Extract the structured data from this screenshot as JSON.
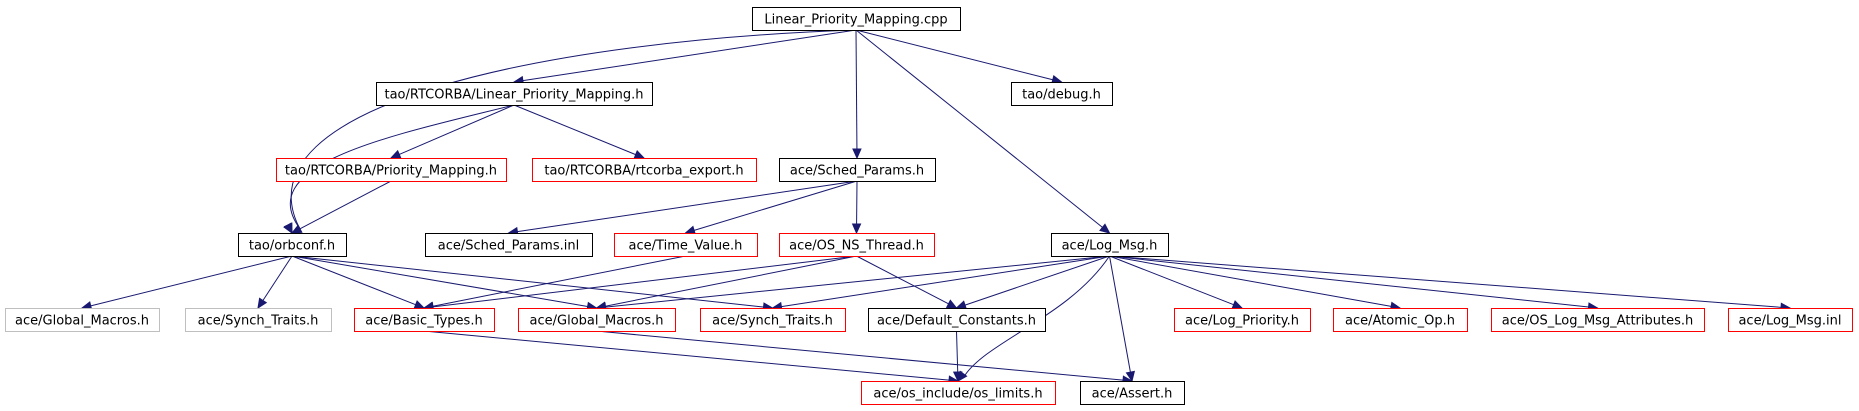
{
  "diagram": {
    "title": "Linear_Priority_Mapping.cpp",
    "colors": {
      "root_fill": "#bfbfbf",
      "documented_border": "#000000",
      "undocumented_border": "#ff0000",
      "external_border": "#bfbfbf",
      "edge": "#191970"
    },
    "nodes": [
      {
        "id": "root",
        "label": "Linear_Priority_Mapping.cpp",
        "kind": "root"
      },
      {
        "id": "lpm_h",
        "label": "tao/RTCORBA/Linear_Priority_Mapping.h",
        "kind": "documented"
      },
      {
        "id": "debug_h",
        "label": "tao/debug.h",
        "kind": "documented"
      },
      {
        "id": "pm_h",
        "label": "tao/RTCORBA/Priority_Mapping.h",
        "kind": "undocumented"
      },
      {
        "id": "rtexport_h",
        "label": "tao/RTCORBA/rtcorba_export.h",
        "kind": "undocumented"
      },
      {
        "id": "sched_h",
        "label": "ace/Sched_Params.h",
        "kind": "documented"
      },
      {
        "id": "orbconf_h",
        "label": "tao/orbconf.h",
        "kind": "documented"
      },
      {
        "id": "sched_inl",
        "label": "ace/Sched_Params.inl",
        "kind": "documented"
      },
      {
        "id": "timeval_h",
        "label": "ace/Time_Value.h",
        "kind": "undocumented"
      },
      {
        "id": "osns_h",
        "label": "ace/OS_NS_Thread.h",
        "kind": "undocumented"
      },
      {
        "id": "logmsg_h",
        "label": "ace/Log_Msg.h",
        "kind": "documented"
      },
      {
        "id": "gm_ext",
        "label": "ace/Global_Macros.h",
        "kind": "external"
      },
      {
        "id": "st_ext",
        "label": "ace/Synch_Traits.h",
        "kind": "external"
      },
      {
        "id": "basic_h",
        "label": "ace/Basic_Types.h",
        "kind": "undocumented"
      },
      {
        "id": "gm_h",
        "label": "ace/Global_Macros.h",
        "kind": "undocumented"
      },
      {
        "id": "st_h",
        "label": "ace/Synch_Traits.h",
        "kind": "undocumented"
      },
      {
        "id": "defc_h",
        "label": "ace/Default_Constants.h",
        "kind": "documented"
      },
      {
        "id": "logpri_h",
        "label": "ace/Log_Priority.h",
        "kind": "undocumented"
      },
      {
        "id": "atomic_h",
        "label": "ace/Atomic_Op.h",
        "kind": "undocumented"
      },
      {
        "id": "oslma_h",
        "label": "ace/OS_Log_Msg_Attributes.h",
        "kind": "undocumented"
      },
      {
        "id": "logmsg_inl",
        "label": "ace/Log_Msg.inl",
        "kind": "undocumented"
      },
      {
        "id": "oslimits_h",
        "label": "ace/os_include/os_limits.h",
        "kind": "undocumented"
      },
      {
        "id": "assert_h",
        "label": "ace/Assert.h",
        "kind": "documented"
      }
    ],
    "edges": [
      [
        "root",
        "lpm_h"
      ],
      [
        "root",
        "debug_h"
      ],
      [
        "root",
        "sched_h"
      ],
      [
        "root",
        "logmsg_h"
      ],
      [
        "root",
        "orbconf_h"
      ],
      [
        "lpm_h",
        "pm_h"
      ],
      [
        "lpm_h",
        "rtexport_h"
      ],
      [
        "lpm_h",
        "orbconf_h"
      ],
      [
        "pm_h",
        "orbconf_h"
      ],
      [
        "sched_h",
        "sched_inl"
      ],
      [
        "sched_h",
        "timeval_h"
      ],
      [
        "sched_h",
        "osns_h"
      ],
      [
        "orbconf_h",
        "gm_ext"
      ],
      [
        "orbconf_h",
        "st_ext"
      ],
      [
        "orbconf_h",
        "basic_h"
      ],
      [
        "orbconf_h",
        "gm_h"
      ],
      [
        "orbconf_h",
        "st_h"
      ],
      [
        "timeval_h",
        "basic_h"
      ],
      [
        "osns_h",
        "basic_h"
      ],
      [
        "osns_h",
        "gm_h"
      ],
      [
        "osns_h",
        "defc_h"
      ],
      [
        "logmsg_h",
        "gm_h"
      ],
      [
        "logmsg_h",
        "st_h"
      ],
      [
        "logmsg_h",
        "defc_h"
      ],
      [
        "logmsg_h",
        "logpri_h"
      ],
      [
        "logmsg_h",
        "atomic_h"
      ],
      [
        "logmsg_h",
        "oslma_h"
      ],
      [
        "logmsg_h",
        "logmsg_inl"
      ],
      [
        "logmsg_h",
        "oslimits_h"
      ],
      [
        "logmsg_h",
        "assert_h"
      ],
      [
        "basic_h",
        "oslimits_h"
      ],
      [
        "gm_h",
        "assert_h"
      ],
      [
        "defc_h",
        "oslimits_h"
      ]
    ]
  }
}
